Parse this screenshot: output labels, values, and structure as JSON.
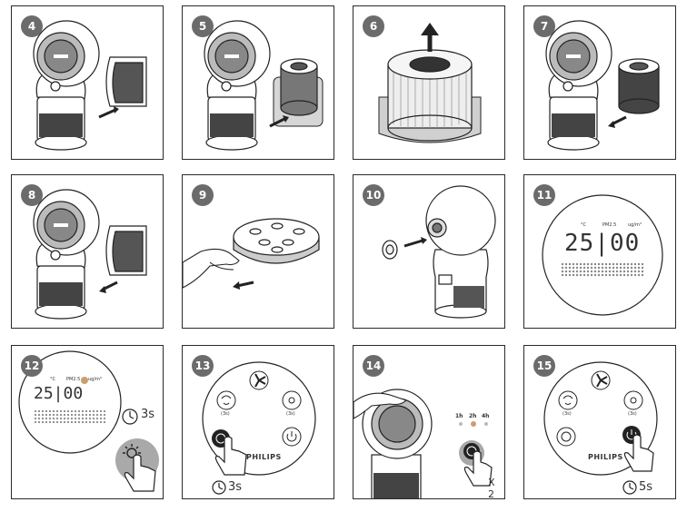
{
  "steps": [
    "4",
    "5",
    "6",
    "7",
    "8",
    "9",
    "10",
    "11",
    "12",
    "13",
    "14",
    "15"
  ],
  "display": {
    "digits": "25|00",
    "unit_celsius": "°C",
    "unit_pm25": "PM2.5",
    "unit_ugm3": "ug/m³"
  },
  "timer_levels": [
    "1h",
    "2h",
    "4h"
  ],
  "captions": {
    "hold_3s_a": "3s",
    "hold_3s_b": "3s",
    "press_x2": "X 2",
    "hold_5s": "5s"
  },
  "brand": {
    "logo_a": "PHILIPS",
    "logo_b": "PHILIPS"
  },
  "button_sub": {
    "auto": "(3s)",
    "light": "(3s)"
  },
  "colors": {
    "badge": "#6b6b6b",
    "line": "#222222",
    "gray_fill": "#cfcfcf",
    "highlight": "#a9a9a9"
  }
}
